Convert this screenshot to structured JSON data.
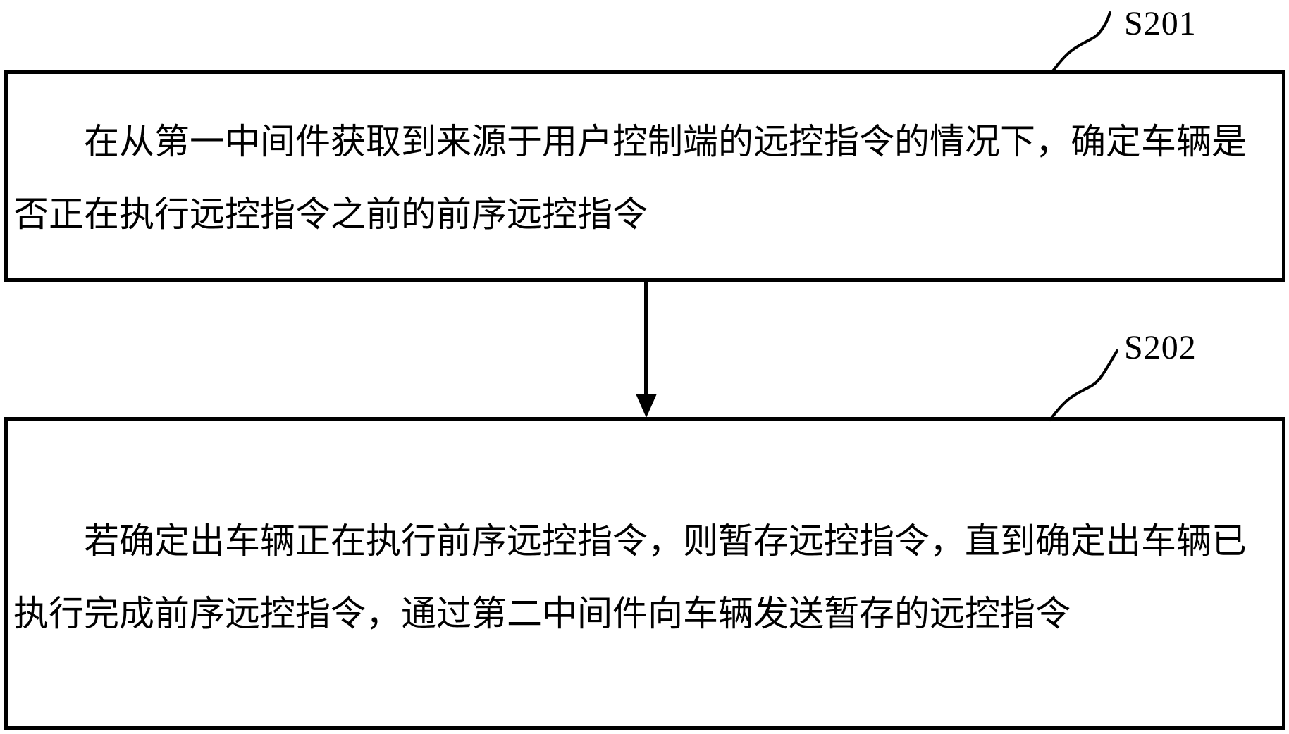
{
  "figure": {
    "background_color": "#ffffff",
    "line_color": "#000000",
    "text_color": "#000000",
    "arrow_icon": "arrow-down",
    "steps": [
      {
        "id": "S201",
        "lines": [
          "在从第一中间件获取到来源于用户控制端的远控指令的情况下，确定车辆是",
          "否正在执行远控指令之前的前序远控指令"
        ]
      },
      {
        "id": "S202",
        "lines": [
          "若确定出车辆正在执行前序远控指令，则暂存远控指令，直到确定出车辆已",
          "执行完成前序远控指令，通过第二中间件向车辆发送暂存的远控指令"
        ]
      }
    ]
  }
}
